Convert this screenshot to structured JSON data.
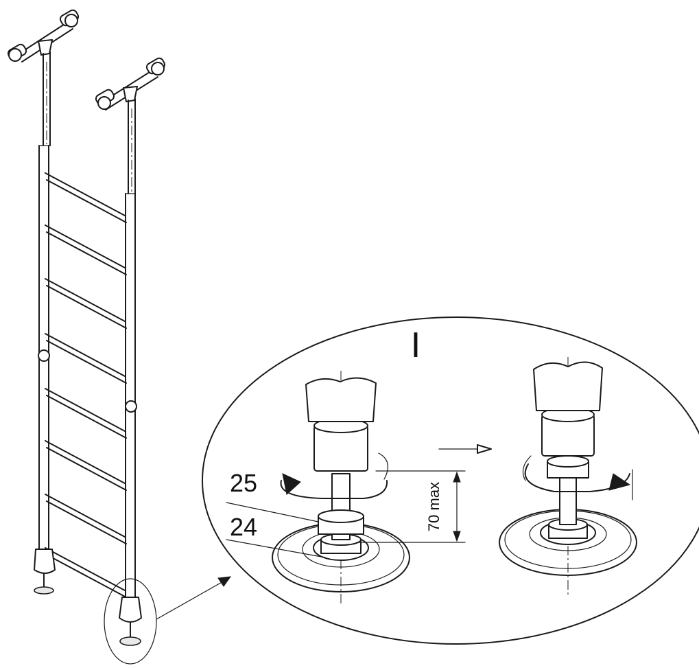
{
  "callouts": {
    "detail_mark": "I",
    "part_a": "25",
    "part_b": "24",
    "dimension": "70 max"
  },
  "colors": {
    "ink": "#1a1a1a",
    "paper": "#ffffff"
  }
}
